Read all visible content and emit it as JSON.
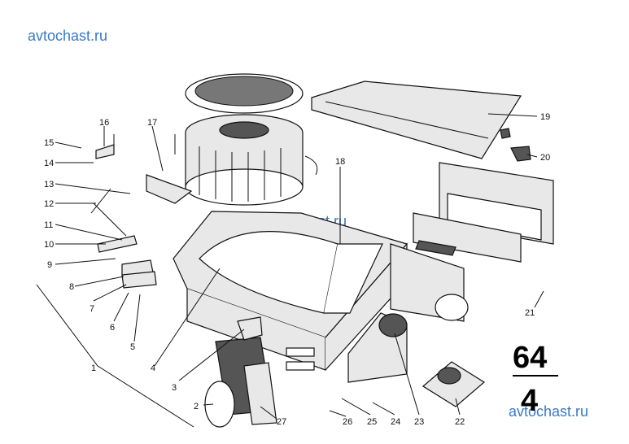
{
  "watermarks": {
    "top_left": "avtochast.ru",
    "center": "avtochast.ru",
    "bottom_right": "avtochast.ru"
  },
  "group": {
    "major": "64",
    "minor": "4"
  },
  "callouts": [
    {
      "id": "1",
      "label": "1"
    },
    {
      "id": "2",
      "label": "2"
    },
    {
      "id": "3",
      "label": "3"
    },
    {
      "id": "4",
      "label": "4"
    },
    {
      "id": "5",
      "label": "5"
    },
    {
      "id": "6",
      "label": "6"
    },
    {
      "id": "7",
      "label": "7"
    },
    {
      "id": "8",
      "label": "8"
    },
    {
      "id": "9",
      "label": "9"
    },
    {
      "id": "10",
      "label": "10"
    },
    {
      "id": "11",
      "label": "11"
    },
    {
      "id": "12",
      "label": "12"
    },
    {
      "id": "13",
      "label": "13"
    },
    {
      "id": "14",
      "label": "14"
    },
    {
      "id": "15",
      "label": "15"
    },
    {
      "id": "16",
      "label": "16"
    },
    {
      "id": "17",
      "label": "17"
    },
    {
      "id": "18",
      "label": "18"
    },
    {
      "id": "19",
      "label": "19"
    },
    {
      "id": "20",
      "label": "20"
    },
    {
      "id": "21",
      "label": "21"
    },
    {
      "id": "22",
      "label": "22"
    },
    {
      "id": "23",
      "label": "23"
    },
    {
      "id": "24",
      "label": "24"
    },
    {
      "id": "25",
      "label": "25"
    },
    {
      "id": "26",
      "label": "26"
    },
    {
      "id": "27",
      "label": "27"
    }
  ]
}
